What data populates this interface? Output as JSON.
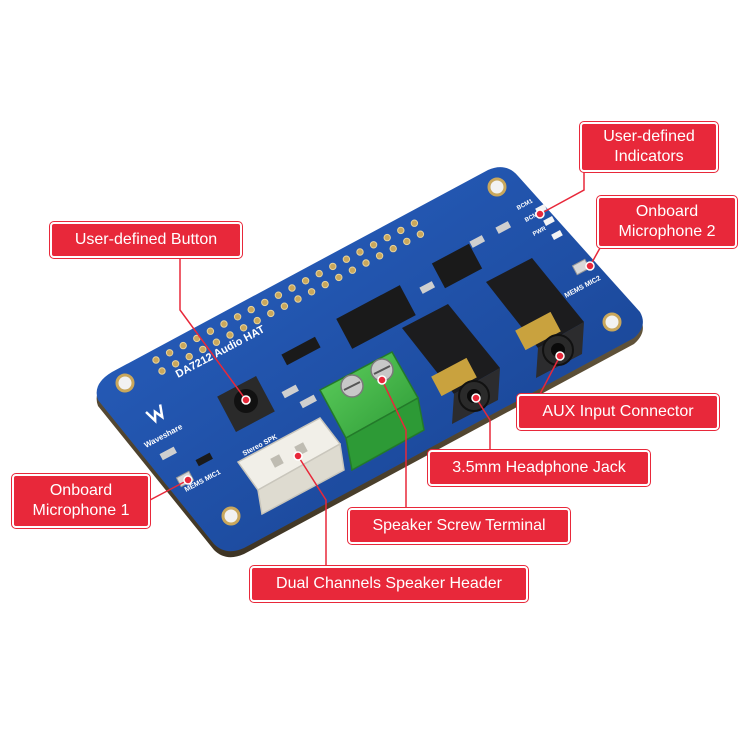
{
  "callouts": {
    "indicators": "User-defined\nIndicators",
    "button": "User-defined Button",
    "mic2": "Onboard\nMicrophone 2",
    "aux": "AUX Input Connector",
    "jack": "3.5mm Headphone Jack",
    "mic1": "Onboard\nMicrophone 1",
    "screw": "Speaker Screw Terminal",
    "speaker_header": "Dual Channels Speaker Header"
  },
  "board": {
    "name": "DA7212 Audio HAT",
    "brand": "Waveshare",
    "silk_stereo": "Stereo SPK",
    "silk_mic1": "MEMS MIC1",
    "silk_mic2": "MEMS MIC2",
    "silk_bcm1": "BCM1",
    "silk_bcm2": "BCM2",
    "silk_pwr": "PWR"
  },
  "colors": {
    "callout_red": "#e8283a",
    "pcb_blue": "#1d4fa8",
    "terminal_green": "#3cb043",
    "jack_black": "#1c1c1e"
  }
}
